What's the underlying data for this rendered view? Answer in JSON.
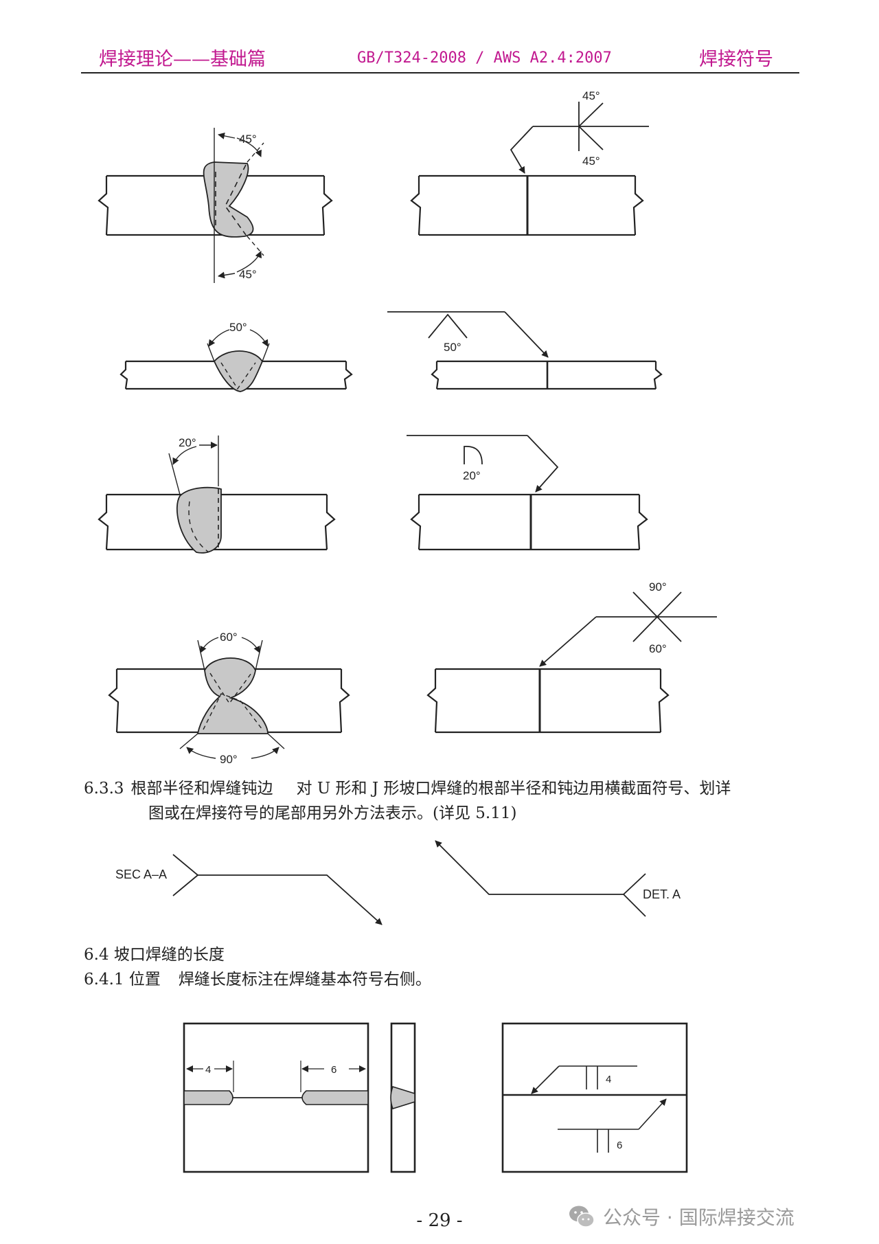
{
  "header": {
    "left": "焊接理论——基础篇",
    "center": "GB/T324-2008 / AWS A2.4:2007",
    "right": "焊接符号"
  },
  "figures": {
    "row1": {
      "top": "45°",
      "bottom": "45°",
      "sym_top": "45°",
      "sym_bottom": "45°"
    },
    "row2": {
      "angle": "50°",
      "sym_angle": "50°"
    },
    "row3": {
      "angle": "20°",
      "sym_angle": "20°"
    },
    "row4": {
      "top": "60°",
      "bottom": "90°",
      "sym_top": "90°",
      "sym_bottom": "60°"
    },
    "section": {
      "sec_label": "SEC A–A",
      "det_label": "DET. A"
    },
    "length": {
      "left_len": "4",
      "right_len": "6",
      "sym_top": "4",
      "sym_bottom": "6"
    }
  },
  "paragraphs": {
    "p633_num": "6.3.3",
    "p633_title": "根部半径和焊缝钝边",
    "p633_line1": "对 U 形和 J 形坡口焊缝的根部半径和钝边用横截面符号、划详",
    "p633_line2": "图或在焊接符号的尾部用另外方法表示。(详见 5.11)",
    "p64": "6.4 坡口焊缝的长度",
    "p641_num": "6.4.1 位置",
    "p641_text": "焊缝长度标注在焊缝基本符号右侧。"
  },
  "page_number": "- 29 -",
  "watermark": {
    "text": "公众号 · 国际焊接交流",
    "icon": "wechat-icon"
  },
  "colors": {
    "header": "#c1188f",
    "weld_fill": "#c8c8c8",
    "watermark": "#9a9a9a"
  }
}
